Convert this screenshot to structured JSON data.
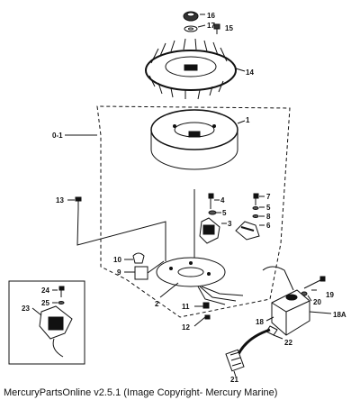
{
  "footer_text": "MercuryPartsOnline v2.5.1 (Image Copyright- Mercury Marine)",
  "callouts": {
    "c16": "16",
    "c17": "17",
    "c15": "15",
    "c14": "14",
    "c1": "1",
    "c0_1": "0-1",
    "c13": "13",
    "c4": "4",
    "c5a": "5",
    "c3": "3",
    "c7": "7",
    "c5b": "5",
    "c8": "8",
    "c6": "6",
    "c10": "10",
    "c9": "9",
    "c2": "2",
    "c11": "11",
    "c12": "12",
    "c19": "19",
    "c20": "20",
    "c18": "18",
    "c18a": "18A",
    "c22": "22",
    "c21": "21",
    "c24": "24",
    "c25": "25",
    "c23": "23"
  }
}
